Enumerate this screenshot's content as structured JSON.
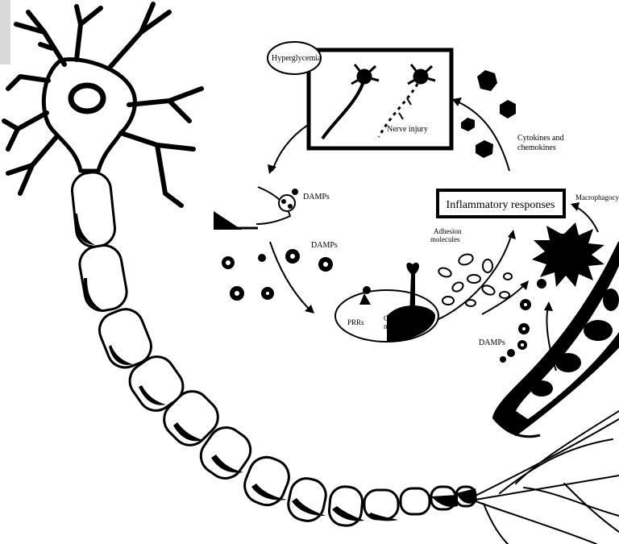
{
  "labels": {
    "hyperglycemia": "Hyperglycemia",
    "nerve_injury": "Nerve injury",
    "cytokines_line1": "Cytokines and",
    "cytokines_line2": "chemokines",
    "damps_top": "DAMPs",
    "damps_mid": "DAMPs",
    "damps_right": "DAMPs",
    "inflammatory_responses": "Inflammatory responses",
    "macrophage": "Macrophagocyte",
    "adhesion_line1": "Adhesion",
    "adhesion_line2": "molecules",
    "prrs": "PRRs",
    "cell_line1": "Cell",
    "cell_line2": "membrane"
  },
  "colors": {
    "ink": "#000000",
    "paper": "#ffffff",
    "corner_tab": "#d9d9d9"
  }
}
